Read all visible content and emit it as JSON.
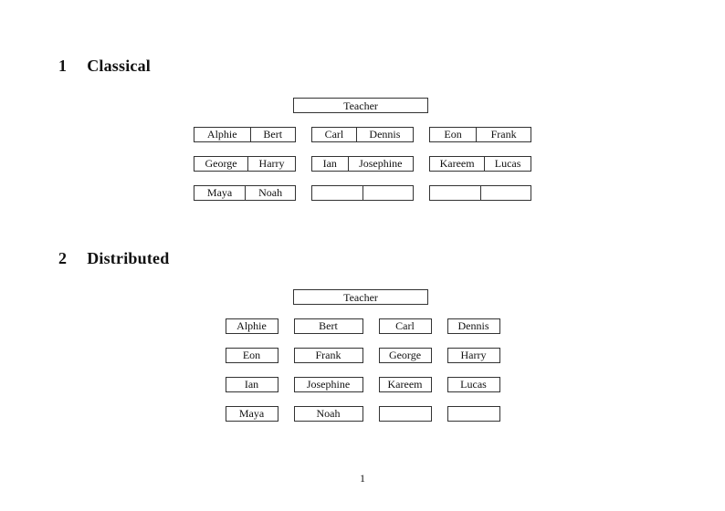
{
  "page": {
    "number_label": "1"
  },
  "sections": [
    {
      "number": "1",
      "title": "Classical",
      "teacher_label": "Teacher",
      "desk_rows": [
        [
          [
            "Alphie",
            "Bert"
          ],
          [
            "Carl",
            "Dennis"
          ],
          [
            "Eon",
            "Frank"
          ]
        ],
        [
          [
            "George",
            "Harry"
          ],
          [
            "Ian",
            "Josephine"
          ],
          [
            "Kareem",
            "Lucas"
          ]
        ],
        [
          [
            "Maya",
            "Noah"
          ],
          [
            "",
            ""
          ],
          [
            "",
            ""
          ]
        ]
      ]
    },
    {
      "number": "2",
      "title": "Distributed",
      "teacher_label": "Teacher",
      "desk_rows": [
        [
          "Alphie",
          "Bert",
          "Carl",
          "Dennis"
        ],
        [
          "Eon",
          "Frank",
          "George",
          "Harry"
        ],
        [
          "Ian",
          "Josephine",
          "Kareem",
          "Lucas"
        ],
        [
          "Maya",
          "Noah",
          "",
          ""
        ]
      ]
    }
  ]
}
